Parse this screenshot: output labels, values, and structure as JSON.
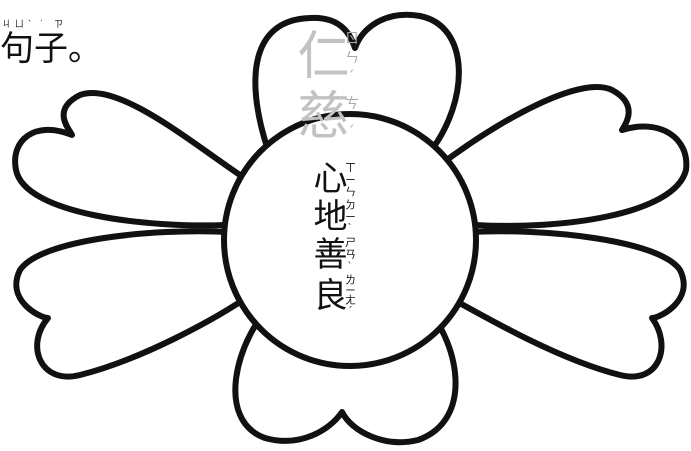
{
  "sentence": {
    "chars": [
      {
        "text": "句",
        "zhuyin": "ㄐㄩˋ"
      },
      {
        "text": "子",
        "zhuyin": "˙ㄗ"
      },
      {
        "text": "。",
        "zhuyin": ""
      }
    ]
  },
  "top_word": {
    "chars": [
      {
        "text": "仁",
        "zhuyin": "ㄖㄣˊ"
      },
      {
        "text": "慈",
        "zhuyin": "ㄘˊ"
      }
    ]
  },
  "center_phrase": {
    "chars": [
      {
        "text": "心",
        "zhuyin": "ㄒㄧㄣ"
      },
      {
        "text": "地",
        "zhuyin": "ㄉㄧˋ"
      },
      {
        "text": "善",
        "zhuyin": "ㄕㄢˋ"
      },
      {
        "text": "良",
        "zhuyin": "ㄌㄧㄤˊ"
      }
    ]
  },
  "colors": {
    "outline": "#111111",
    "top_word": "#c2c2c2",
    "background": "#ffffff"
  }
}
